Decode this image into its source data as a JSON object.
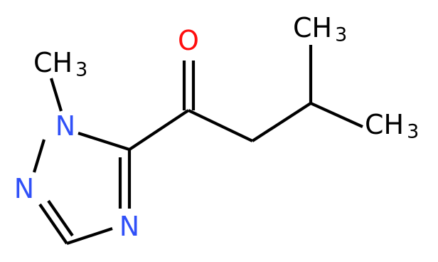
{
  "molecule": {
    "atom_labels": {
      "n_methyl_group": "CH",
      "n_methyl_subscript": "3",
      "n1": "N",
      "n2": "N",
      "n4": "N",
      "oxygen": "O",
      "top_methyl_group": "CH",
      "top_methyl_subscript": "3",
      "right_methyl_group": "CH",
      "right_methyl_subscript": "3"
    },
    "colors": {
      "nitrogen": "#3050F8",
      "oxygen": "#FF0D0D",
      "carbon": "#000000",
      "bond": "#000000"
    }
  }
}
